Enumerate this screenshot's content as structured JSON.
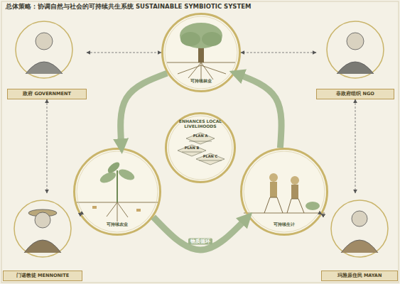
{
  "diagram": {
    "title": "总体策略：协调自然与社会的可持续共生系统 SUSTAINABLE SYMBIOTIC SYSTEM",
    "nodes": [
      {
        "text": [
          "政府 GOVERNMENT"
        ]
      },
      {
        "text": [
          "非政府组织 NGO"
        ]
      },
      {
        "text": [
          "可持续林业"
        ]
      },
      {
        "text": [
          "ENHANCES LOCAL LIVELIHOODS"
        ]
      },
      {
        "text": [
          "可持续农业"
        ]
      },
      {
        "text": [
          "可持续生计"
        ]
      },
      {
        "text": [
          "门诺教徒 MENNONITE"
        ]
      },
      {
        "text": [
          "玛雅原住民 MAYAN"
        ]
      }
    ],
    "edges": [
      {
        "from": 2,
        "to": 4,
        "arrow": "to"
      },
      {
        "from": 4,
        "to": 5,
        "label": "物质循环",
        "arrow": "to"
      },
      {
        "from": 5,
        "to": 2,
        "arrow": "to"
      },
      {
        "from": 0,
        "to": 2,
        "arrow": "both"
      },
      {
        "from": 1,
        "to": 2,
        "arrow": "both"
      },
      {
        "from": 0,
        "to": 6,
        "arrow": "both"
      },
      {
        "from": 1,
        "to": 7,
        "arrow": "both"
      },
      {
        "from": 6,
        "to": 4,
        "arrow": "both"
      },
      {
        "from": 7,
        "to": 5,
        "arrow": "both"
      }
    ],
    "labels": [
      "PLAN A",
      "PLAN B",
      "PLAN C"
    ]
  }
}
